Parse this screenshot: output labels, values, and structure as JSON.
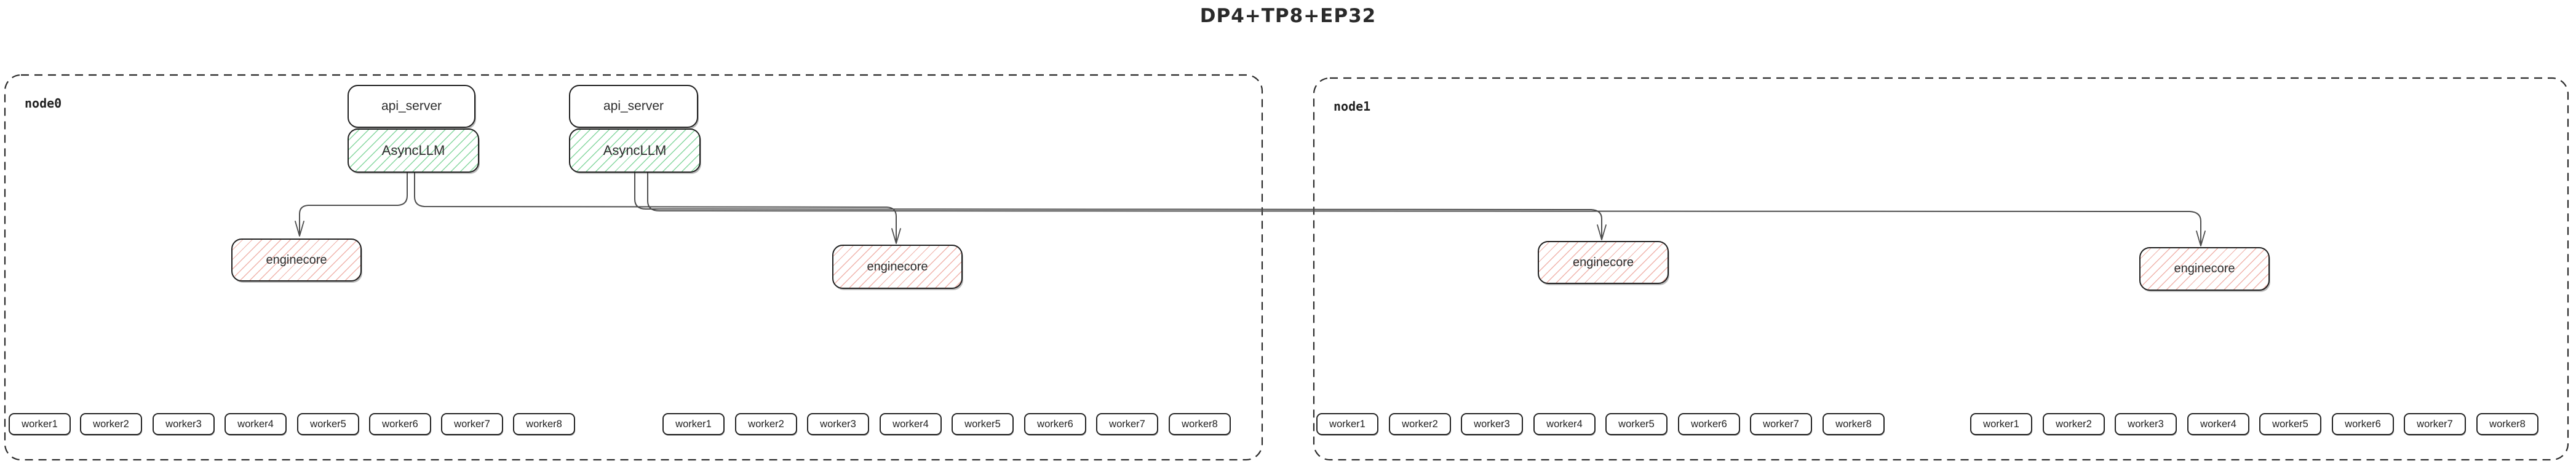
{
  "title": "DP4+TP8+EP32",
  "node0": {
    "label": "node0",
    "api_servers": [
      "api_server",
      "api_server"
    ],
    "async_llms": [
      "AsyncLLM",
      "AsyncLLM"
    ],
    "enginecores": [
      "enginecore",
      "enginecore"
    ],
    "worker_groups": [
      [
        "worker1",
        "worker2",
        "worker3",
        "worker4",
        "worker5",
        "worker6",
        "worker7",
        "worker8"
      ],
      [
        "worker1",
        "worker2",
        "worker3",
        "worker4",
        "worker5",
        "worker6",
        "worker7",
        "worker8"
      ]
    ]
  },
  "node1": {
    "label": "node1",
    "enginecores": [
      "enginecore",
      "enginecore"
    ],
    "worker_groups": [
      [
        "worker1",
        "worker2",
        "worker3",
        "worker4",
        "worker5",
        "worker6",
        "worker7",
        "worker8"
      ],
      [
        "worker1",
        "worker2",
        "worker3",
        "worker4",
        "worker5",
        "worker6",
        "worker7",
        "worker8"
      ]
    ]
  },
  "edges": [
    {
      "from": "node0 AsyncLLM 1",
      "to": "node0 enginecore 1"
    },
    {
      "from": "node0 AsyncLLM 1",
      "to": "node0 enginecore 2"
    },
    {
      "from": "node0 AsyncLLM 2",
      "to": "node1 enginecore 1"
    },
    {
      "from": "node0 AsyncLLM 2",
      "to": "node1 enginecore 2"
    }
  ],
  "colors": {
    "async_llm_hatch": "#86d79f",
    "enginecore_hatch": "#f0b3ab",
    "box_border": "#1f1f1f",
    "connector": "#4d4d4d",
    "node_border": "#2b2b2b"
  }
}
